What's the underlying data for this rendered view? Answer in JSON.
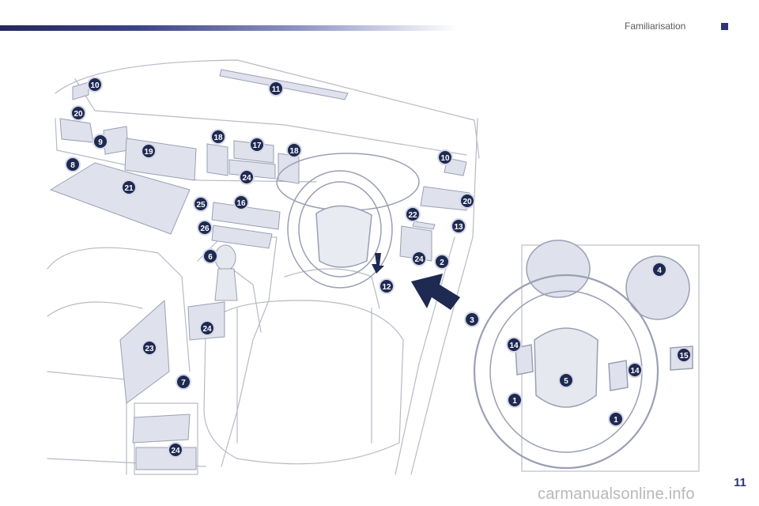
{
  "header": {
    "section_title": "Familiarisation"
  },
  "footer": {
    "page_number": "11",
    "watermark": "carmanualsonline.info"
  },
  "callouts": [
    "1",
    "2",
    "3",
    "4",
    "5",
    "6",
    "7",
    "8",
    "9",
    "10",
    "11",
    "12",
    "13",
    "14",
    "15",
    "16",
    "17",
    "18",
    "19",
    "20",
    "21",
    "22",
    "23",
    "24",
    "25",
    "26"
  ],
  "colors": {
    "accent": "#2e3474",
    "badge": "#1f2a52",
    "line": "#b7bac6",
    "panel": "#dfe2ec"
  }
}
